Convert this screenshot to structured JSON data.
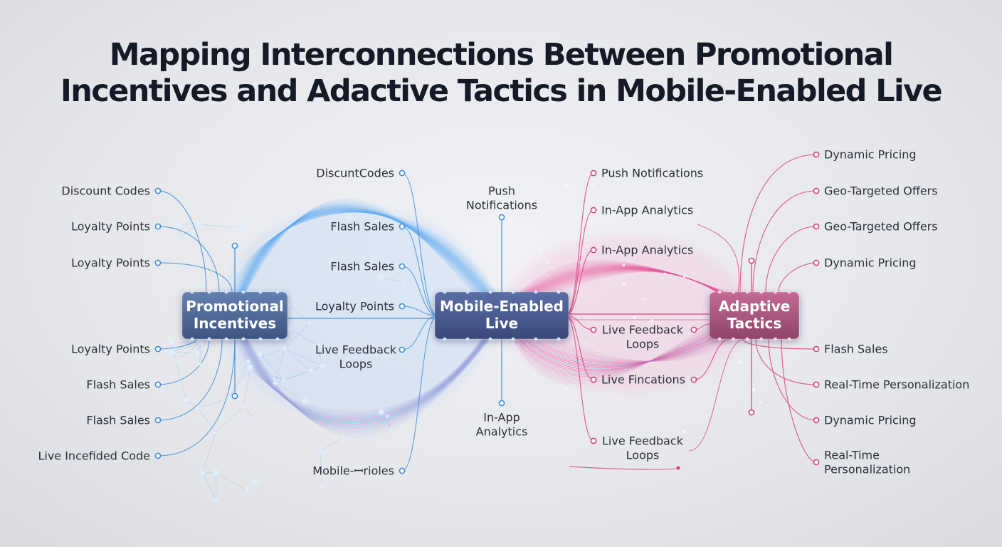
{
  "title": {
    "line1": "Mapping Interconnections Between Promotional",
    "line2": "Incentives and Adactive Tactics in Mobile-Enabled Live"
  },
  "colors": {
    "blue": "#3f8fd8",
    "pink": "#d8407e",
    "hub_promotional": "#4e6794",
    "hub_mobile": "#4a5a8c",
    "hub_adaptive": "#a8557e"
  },
  "hubs": [
    {
      "id": "promotional",
      "lines": [
        "Promotional",
        "Incentives"
      ]
    },
    {
      "id": "mobile",
      "lines": [
        "Mobile-Enabled",
        "Live"
      ]
    },
    {
      "id": "adaptive",
      "lines": [
        "Adaptive",
        "Tactics"
      ]
    }
  ],
  "left_labels": [
    [
      "Discount Codes"
    ],
    [
      "Loyalty Points"
    ],
    [
      "Loyalty Points"
    ],
    [
      "Loyalty Points"
    ],
    [
      "Flash Sales"
    ],
    [
      "Flash Sales"
    ],
    [
      "Live Incefided Code"
    ]
  ],
  "mid_left_labels": [
    [
      "DiscuntCodes"
    ],
    [
      "Flash Sales"
    ],
    [
      "Flash Sales"
    ],
    [
      "Loyalty Points"
    ],
    [
      "Live Feedback",
      "Loops"
    ],
    [
      "Mobile-ꟷrioles"
    ]
  ],
  "center_labels": [
    [
      "Push",
      "Notifications"
    ],
    [
      "In-App",
      "Analytics"
    ]
  ],
  "mid_right_labels": [
    [
      "Push Notifications"
    ],
    [
      "In-App Analytics"
    ],
    [
      "In-App Analytics"
    ],
    [
      "Live Feedback",
      "Loops"
    ],
    [
      "Live Fincations"
    ],
    [
      "Live Feedback",
      "Loops"
    ]
  ],
  "right_labels": [
    [
      "Dynamic Pricing"
    ],
    [
      "Geo-Targeted Offers"
    ],
    [
      "Geo-Targeted Offers"
    ],
    [
      "Dynamic Pricing"
    ],
    [
      "Flash Sales"
    ],
    [
      "Real-Time Personalization"
    ],
    [
      "Dynamic Pricing"
    ],
    [
      "Real-Time",
      "Personalization"
    ]
  ]
}
